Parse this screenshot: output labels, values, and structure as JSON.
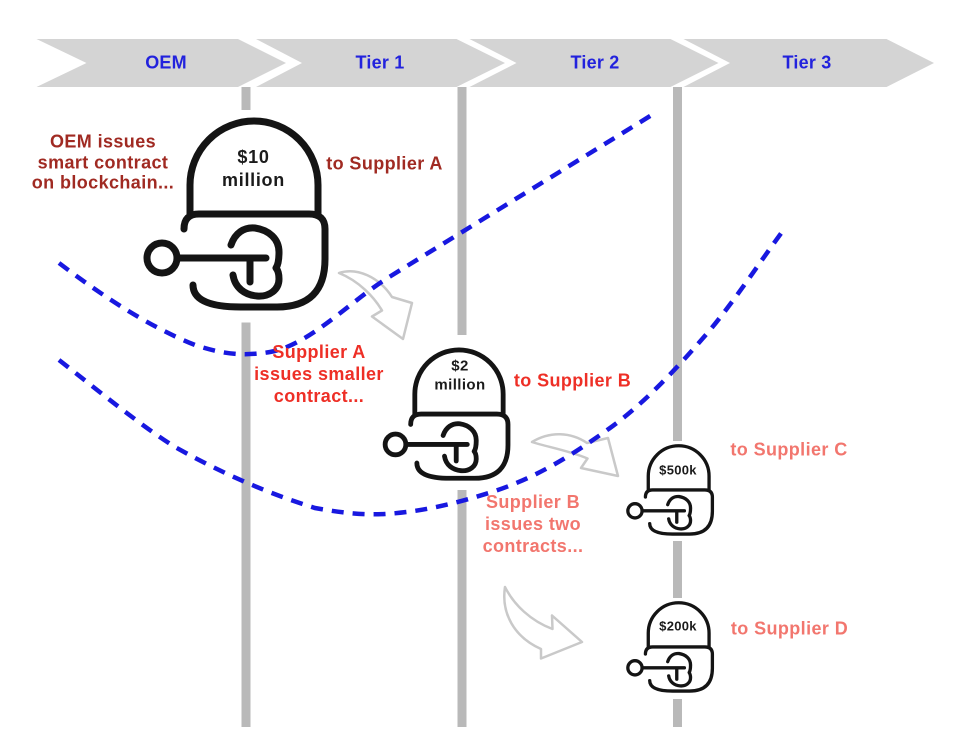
{
  "banner": {
    "stages": [
      "OEM",
      "Tier 1",
      "Tier 2",
      "Tier 3"
    ]
  },
  "flow": {
    "oem_note": {
      "line1": "OEM issues",
      "line2": "smart contract",
      "line3": "on blockchain..."
    },
    "contract_oem": {
      "value_line1": "$10",
      "value_line2": "million",
      "recipient": "to Supplier A"
    },
    "supplier_a_note": {
      "line1": "Supplier A",
      "line2": "issues smaller",
      "line3": "contract..."
    },
    "contract_a": {
      "value_line1": "$2",
      "value_line2": "million",
      "recipient": "to Supplier B"
    },
    "supplier_b_note": {
      "line1": "Supplier B",
      "line2": "issues two",
      "line3": "contracts..."
    },
    "contract_b1": {
      "value": "$500k",
      "recipient": "to Supplier C"
    },
    "contract_b2": {
      "value": "$200k",
      "recipient": "to Supplier D"
    }
  },
  "colors": {
    "banner_band": "#d4d4d4",
    "banner_label": "#2222dd",
    "tier_line": "#b9b9b9",
    "dark_red": "#a02a22",
    "bright_red": "#ee2f26",
    "salmon": "#f2766e",
    "dashed_curve": "#1818e0",
    "arrow_stroke": "#c9c9c9",
    "arrow_fill": "#ffffff",
    "lock_stroke": "#141414",
    "background": "#ffffff"
  }
}
